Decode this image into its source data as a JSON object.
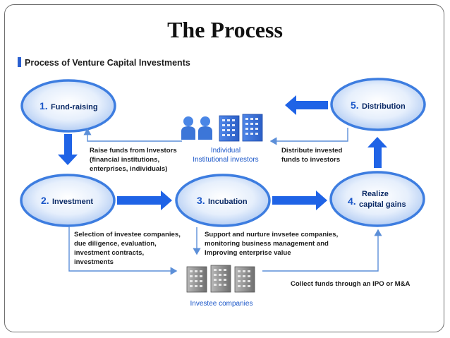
{
  "slide": {
    "title": "The Process"
  },
  "diagram": {
    "heading": "Process of Venture Capital Investments",
    "stages": {
      "s1": {
        "num": "1.",
        "label": "Fund-raising"
      },
      "s2": {
        "num": "2.",
        "label": "Investment"
      },
      "s3": {
        "num": "3.",
        "label": "Incubation"
      },
      "s4": {
        "num": "4.",
        "label_line1": "Realize",
        "label_line2": "capital gains"
      },
      "s5": {
        "num": "5.",
        "label": "Distribution"
      }
    },
    "investors": {
      "line1": "Individual",
      "line2": "Institutional investors"
    },
    "investees": {
      "label": "Investee companies"
    },
    "notes": {
      "raise": [
        "Raise funds from Investors",
        "(financial institutions,",
        "enterprises, individuals)"
      ],
      "distribute": [
        "Distribute invested",
        "funds to investors"
      ],
      "selection": [
        "Selection of  investee companies,",
        "due diligence, evaluation,",
        "investment contracts,",
        "investments"
      ],
      "support": [
        "Support and nurture invsetee companies,",
        "monitoring business management and",
        "Improving enterprise value"
      ],
      "collect": "Collect funds through an IPO or M&A"
    },
    "colors": {
      "ellipse_blue": "#3d7de0",
      "ellipse_light": "#e4eefc",
      "arrow_blue": "#1f63e6",
      "thin_line": "#5c8fd8",
      "stage_text": "#0b2a66",
      "accent_text": "#1a56c8"
    }
  }
}
